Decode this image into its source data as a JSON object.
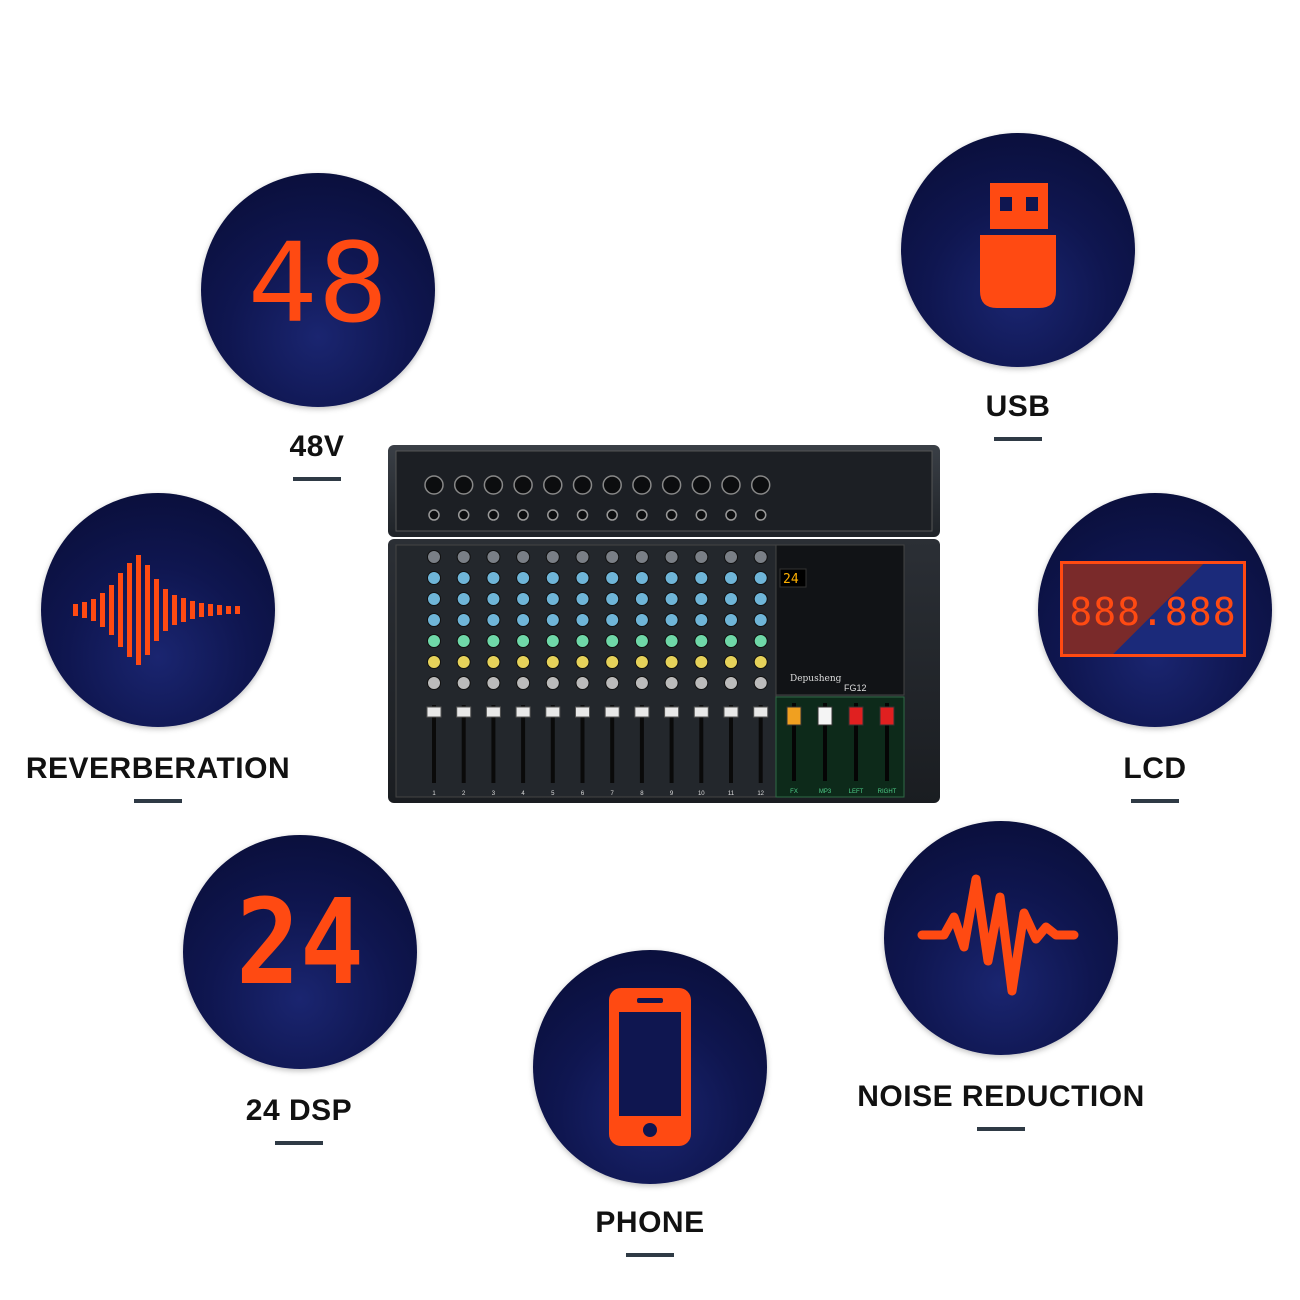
{
  "features": {
    "f48v": {
      "label": "48V",
      "icon": "number-48-icon",
      "display": "48"
    },
    "usb": {
      "label": "USB",
      "icon": "usb-drive-icon"
    },
    "reverb": {
      "label": "REVERBERATION",
      "icon": "sound-wave-icon"
    },
    "lcd": {
      "label": "LCD",
      "icon": "lcd-display-icon",
      "display": "888.888"
    },
    "dsp": {
      "label": "24 DSP",
      "icon": "number-24-icon",
      "display": "24"
    },
    "noise": {
      "label": "NOISE REDUCTION",
      "icon": "heartbeat-wave-icon"
    },
    "phone": {
      "label": "PHONE",
      "icon": "smartphone-icon"
    }
  },
  "mixer": {
    "brand": "Depusheng",
    "model": "FG12",
    "display": "24",
    "channels": [
      "1",
      "2",
      "3",
      "4",
      "5",
      "6",
      "7",
      "8",
      "9",
      "10",
      "11",
      "12"
    ],
    "master_labels": [
      "FX",
      "MP3",
      "LEFT",
      "RIGHT"
    ]
  },
  "colors": {
    "accent": "#ff4a12",
    "circle": "#0f1650",
    "text": "#111111"
  }
}
